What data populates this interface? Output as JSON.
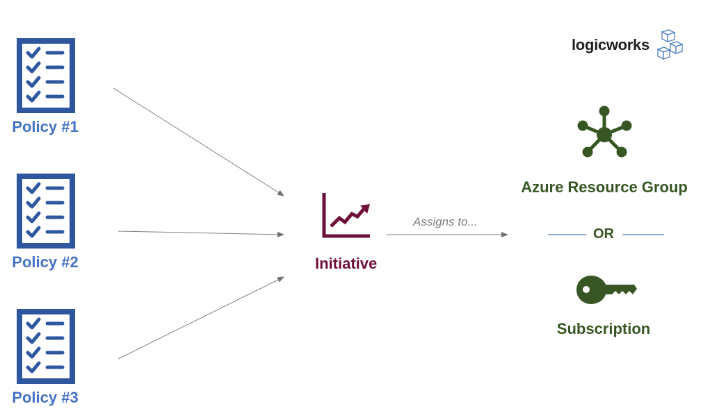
{
  "logo": {
    "text": "logicworks"
  },
  "policies": [
    {
      "label": "Policy #1"
    },
    {
      "label": "Policy #2"
    },
    {
      "label": "Policy #3"
    }
  ],
  "initiative": {
    "label": "Initiative"
  },
  "connector": {
    "assigns_label": "Assigns to..."
  },
  "targets": {
    "resource_group": {
      "label": "Azure Resource Group"
    },
    "or_label": "OR",
    "subscription": {
      "label": "Subscription"
    }
  },
  "colors": {
    "policy": "#2e57a0",
    "policy_text": "#4472c4",
    "initiative": "#6e0f3a",
    "target": "#375623",
    "arrow": "#808080"
  }
}
